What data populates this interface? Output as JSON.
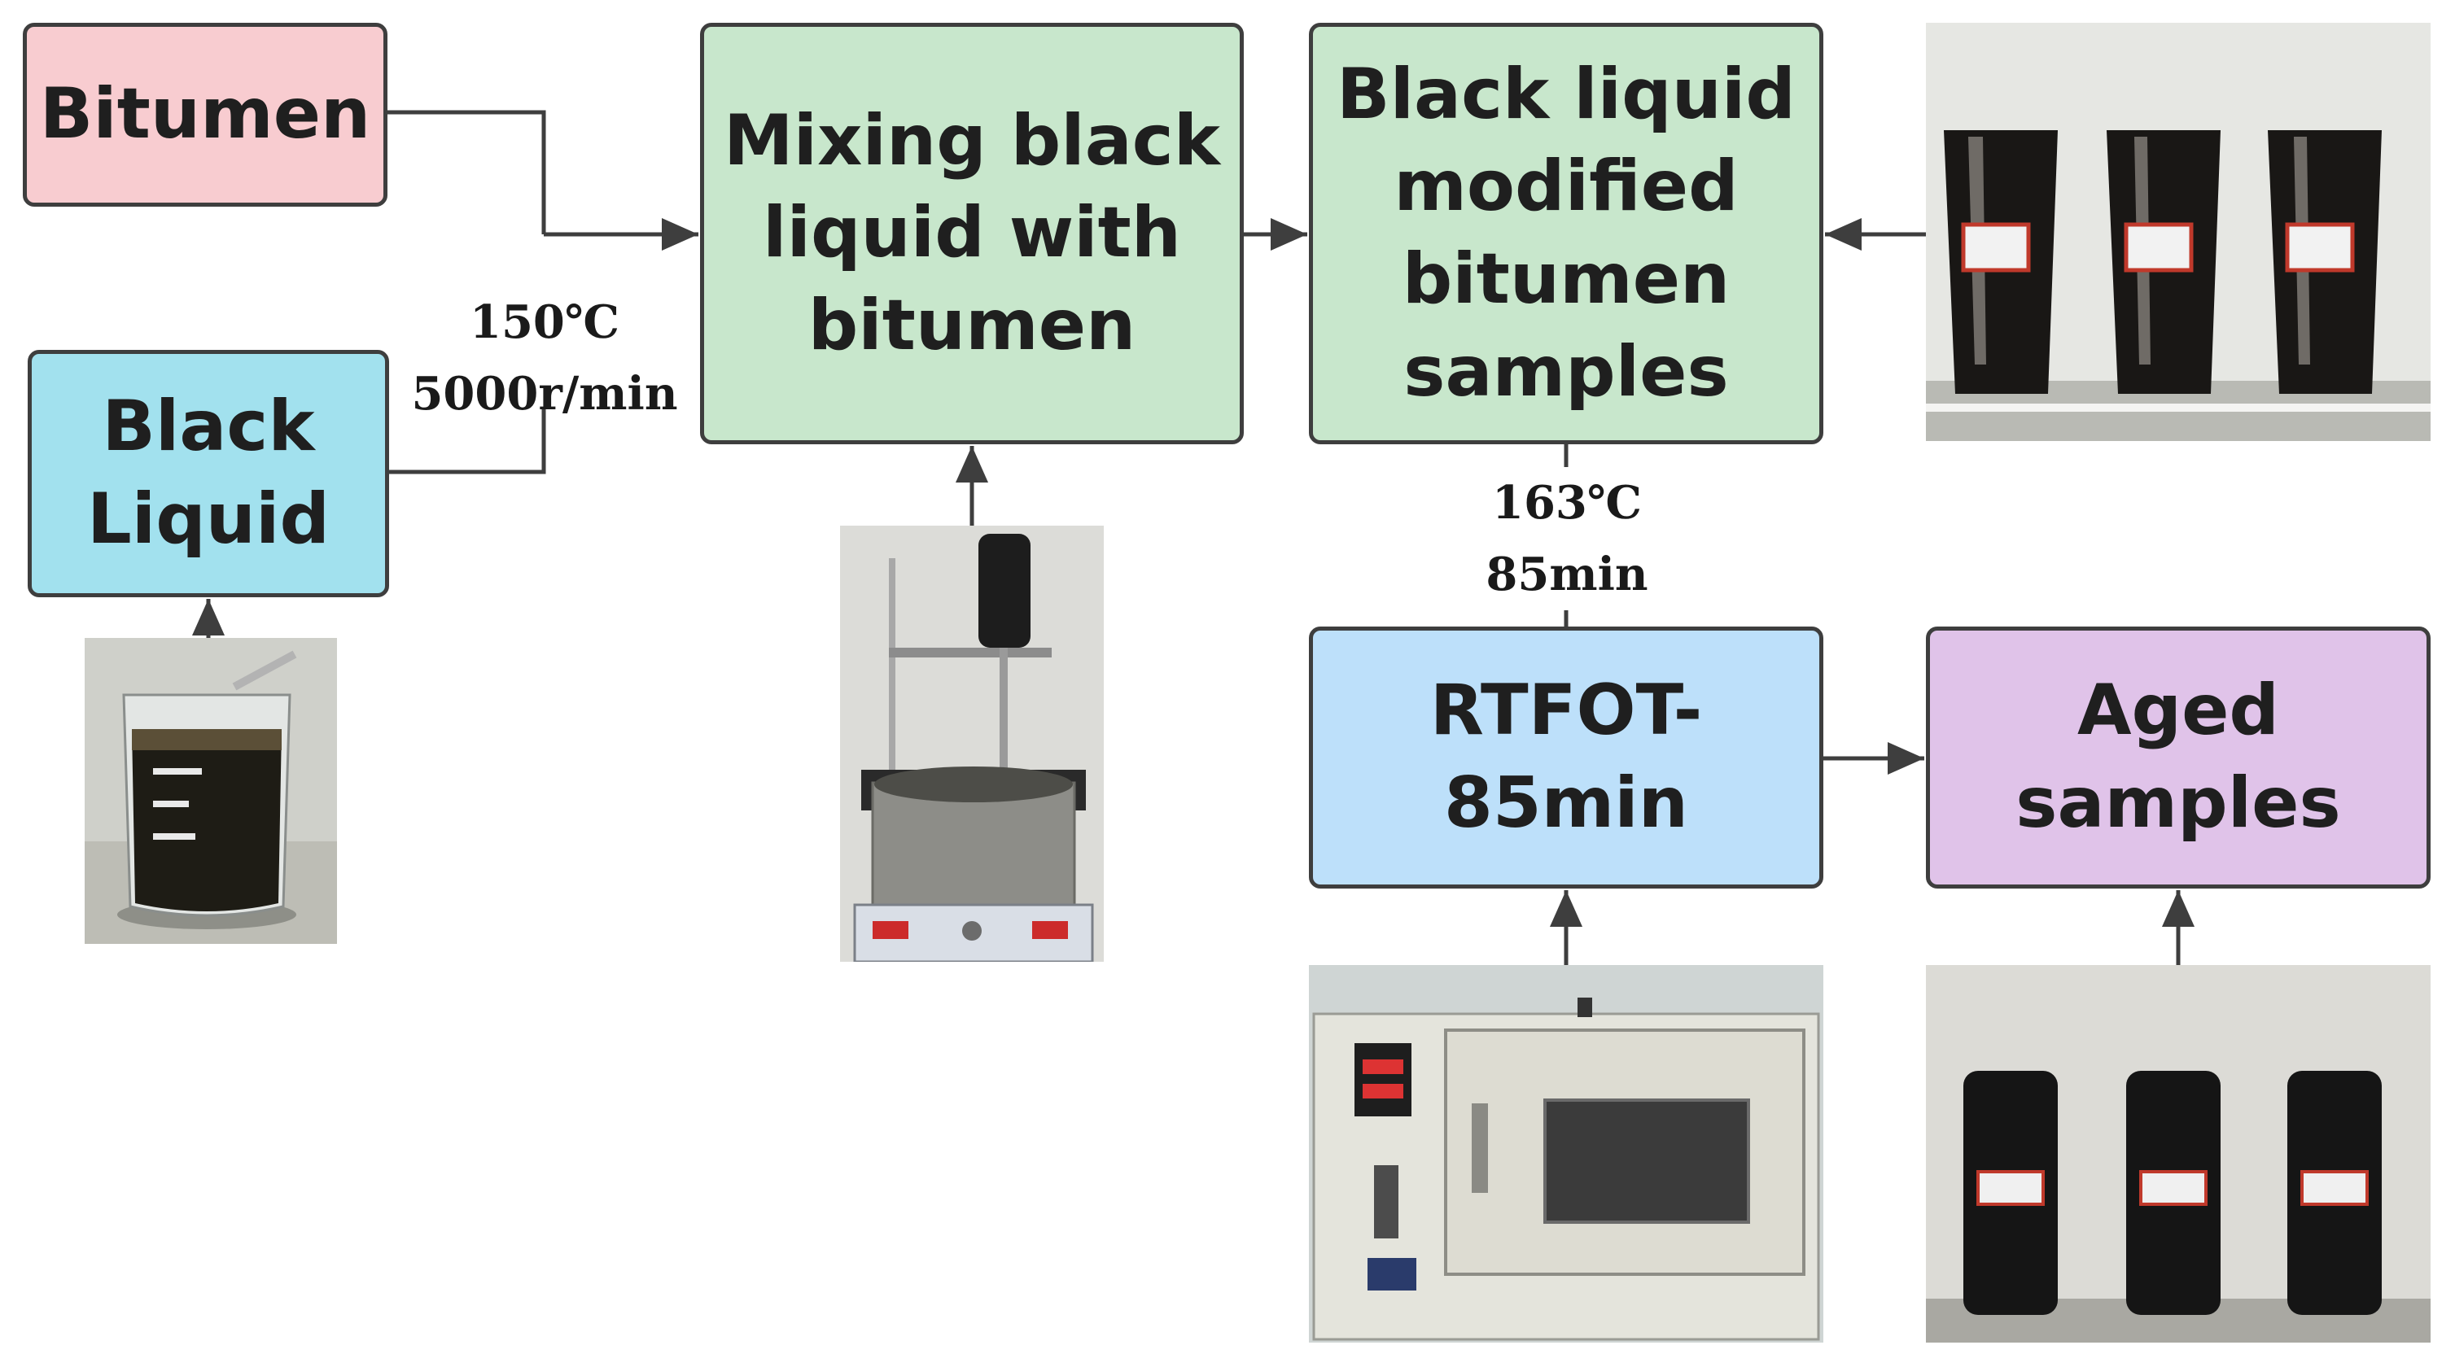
{
  "boxes": {
    "bitumen": "Bitumen",
    "black_liquid": "Black\nLiquid",
    "mixing": "Mixing black\nliquid with\nbitumen",
    "modified": "Black liquid\nmodified\nbitumen\nsamples",
    "rtfot": "RTFOT-\n85min",
    "aged": "Aged\nsamples"
  },
  "conditions": {
    "mixing": "150℃\n5000r/min",
    "aging": "163℃\n85min"
  },
  "colors": {
    "bitumen": "#f8ccd0",
    "black_liquid": "#a2e1ee",
    "process": "#c8e7cc",
    "rtfot": "#bde0fa",
    "aged": "#e0c3e9",
    "line": "#3e3e3e"
  }
}
